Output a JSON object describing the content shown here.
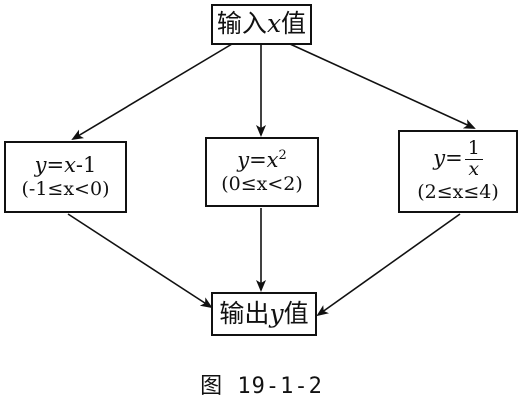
{
  "diagram": {
    "input_box": {
      "prefix": "输入",
      "var": "x",
      "suffix": "值"
    },
    "branch_left": {
      "lhs": "y",
      "rhs_var": "x",
      "rhs_tail": "-1",
      "condition": "(-1≤x<0)"
    },
    "branch_middle": {
      "lhs": "y",
      "rhs_var": "x",
      "exponent": "2",
      "condition": "(0≤x<2)"
    },
    "branch_right": {
      "lhs": "y",
      "numerator": "1",
      "denominator": "x",
      "condition": "(2≤x≤4)"
    },
    "output_box": {
      "prefix": "输出",
      "var": "y",
      "suffix": "值"
    }
  },
  "caption": "图 19-1-2"
}
